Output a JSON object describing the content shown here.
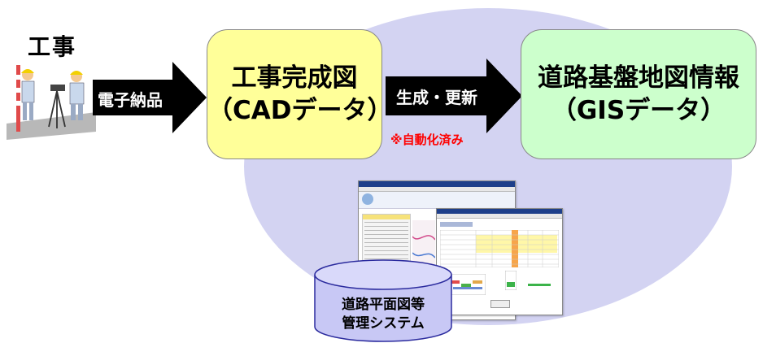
{
  "construction": {
    "title": "工事"
  },
  "arrows": {
    "delivery": "電子納品",
    "generate": "生成・更新"
  },
  "cad_box": {
    "line1": "工事完成図",
    "line2": "（CADデータ）"
  },
  "gis_box": {
    "line1": "道路基盤地図情報",
    "line2": "（GISデータ）"
  },
  "note": "※自動化済み",
  "database": {
    "line1": "道路平面図等",
    "line2": "管理システム"
  },
  "colors": {
    "ellipse": "#d3d3f2",
    "cad_fill": "#ffff99",
    "gis_fill": "#ccffcc",
    "note": "#ff0000",
    "arrow": "#000000",
    "cylinder": "#c8c8f5"
  }
}
